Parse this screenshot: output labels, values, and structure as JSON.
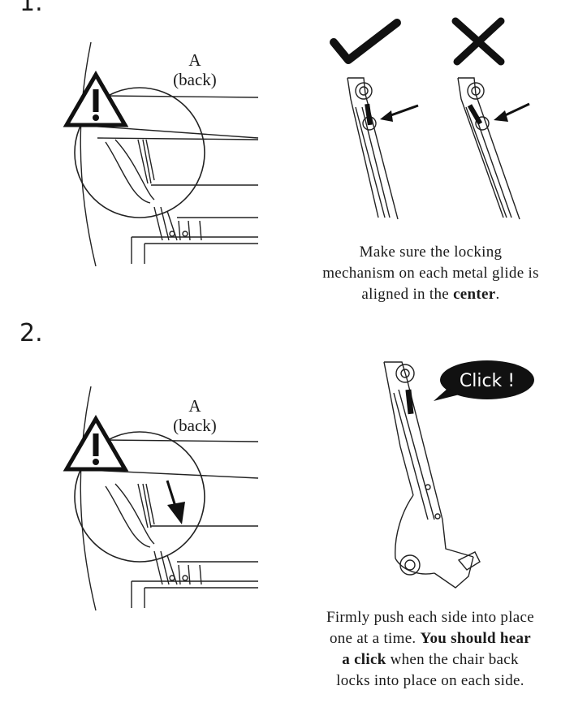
{
  "step1": {
    "number": "1.",
    "label_a": "A",
    "label_back": "(back)",
    "caption": {
      "line1": "Make sure the locking",
      "line2": "mechanism on each metal glide is",
      "line3_pre": "aligned in the ",
      "line3_bold": "center",
      "line3_post": "."
    }
  },
  "step2": {
    "number": "2.",
    "label_a": "A",
    "label_back": "(back)",
    "bubble": "Click !",
    "caption": {
      "line1": "Firmly push each side into place",
      "line2_pre": "one at a time. ",
      "line2_bold": "You should hear",
      "line3_bold": "a click",
      "line3_post": " when the chair back",
      "line4": "locks into place on each side."
    }
  },
  "icons": {
    "warning": "warning-triangle-icon",
    "correct": "checkmark-icon",
    "incorrect": "x-mark-icon"
  }
}
